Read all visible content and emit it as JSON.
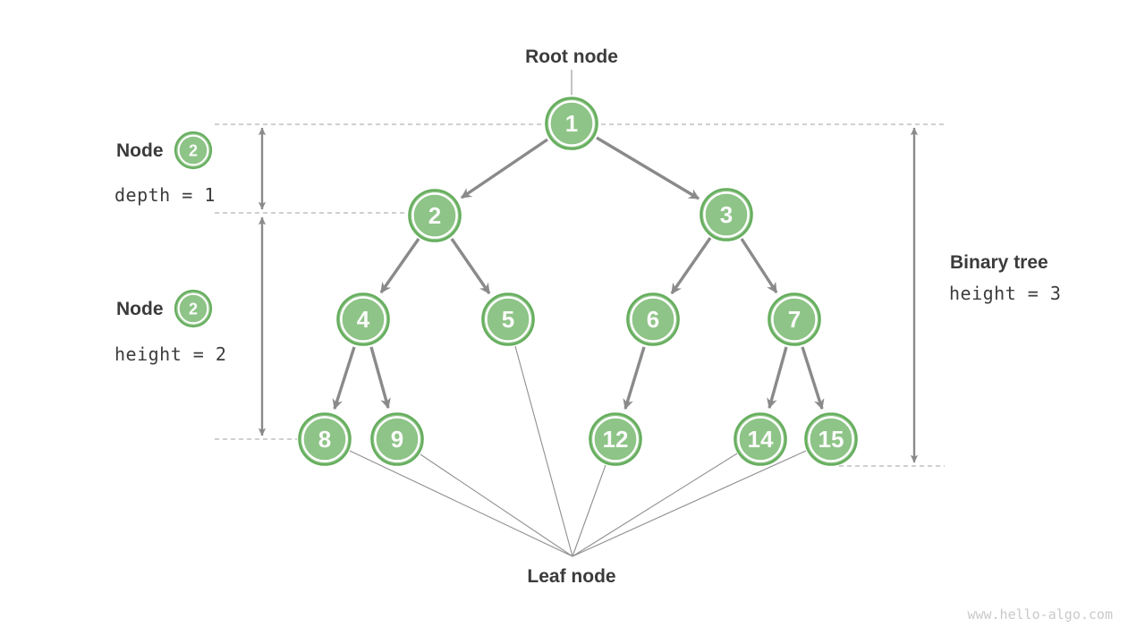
{
  "labels": {
    "root": "Root node",
    "leaf": "Leaf node"
  },
  "annotations": {
    "node_depth": {
      "label": "Node",
      "badge_value": "2",
      "caption": "depth = 1"
    },
    "node_height": {
      "label": "Node",
      "badge_value": "2",
      "caption": "height = 2"
    },
    "binary_tree": {
      "label": "Binary tree",
      "caption": "height = 3"
    }
  },
  "watermark": "www.hello-algo.com",
  "tree": {
    "nodes": [
      {
        "value": "1",
        "level": 0
      },
      {
        "value": "2",
        "level": 1
      },
      {
        "value": "3",
        "level": 1
      },
      {
        "value": "4",
        "level": 2
      },
      {
        "value": "5",
        "level": 2
      },
      {
        "value": "6",
        "level": 2
      },
      {
        "value": "7",
        "level": 2
      },
      {
        "value": "8",
        "level": 3
      },
      {
        "value": "9",
        "level": 3
      },
      {
        "value": "12",
        "level": 3
      },
      {
        "value": "14",
        "level": 3
      },
      {
        "value": "15",
        "level": 3
      }
    ],
    "edges": [
      {
        "from": "1",
        "to": "2"
      },
      {
        "from": "1",
        "to": "3"
      },
      {
        "from": "2",
        "to": "4"
      },
      {
        "from": "2",
        "to": "5"
      },
      {
        "from": "3",
        "to": "6"
      },
      {
        "from": "3",
        "to": "7"
      },
      {
        "from": "4",
        "to": "8"
      },
      {
        "from": "4",
        "to": "9"
      },
      {
        "from": "6",
        "to": "12"
      },
      {
        "from": "7",
        "to": "14"
      },
      {
        "from": "7",
        "to": "15"
      }
    ],
    "leaf_values": [
      "8",
      "9",
      "5",
      "12",
      "14",
      "15"
    ]
  },
  "colors": {
    "node_fill": "#8EC487",
    "node_ring": "#66AE5E",
    "node_text": "#FBFBFB",
    "edge_arrow": "#8A8A8A",
    "measure_arrow": "#8A8A8A",
    "dashed_line": "#B3B3B3",
    "thin_line": "#8F8F8F",
    "label_text": "#3B3B3B",
    "watermark_text": "#C9C9C9",
    "background": "#FFFFFF"
  }
}
